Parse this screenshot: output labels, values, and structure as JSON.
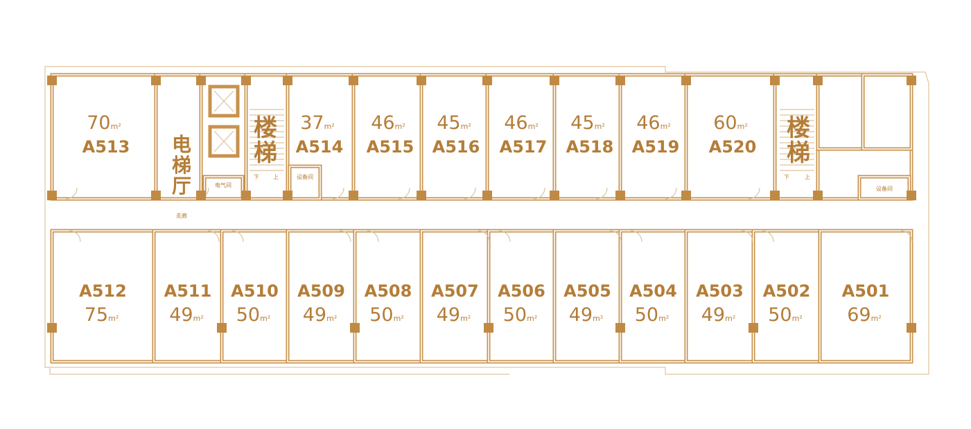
{
  "plan": {
    "unit": "m²",
    "top_rooms": [
      {
        "id": "A513",
        "area": "70"
      },
      {
        "id": "A514",
        "area": "37"
      },
      {
        "id": "A515",
        "area": "46"
      },
      {
        "id": "A516",
        "area": "45"
      },
      {
        "id": "A517",
        "area": "46"
      },
      {
        "id": "A518",
        "area": "45"
      },
      {
        "id": "A519",
        "area": "46"
      },
      {
        "id": "A520",
        "area": "60"
      }
    ],
    "bottom_rooms": [
      {
        "id": "A512",
        "area": "75"
      },
      {
        "id": "A511",
        "area": "49"
      },
      {
        "id": "A510",
        "area": "50"
      },
      {
        "id": "A509",
        "area": "49"
      },
      {
        "id": "A508",
        "area": "50"
      },
      {
        "id": "A507",
        "area": "49"
      },
      {
        "id": "A506",
        "area": "50"
      },
      {
        "id": "A505",
        "area": "49"
      },
      {
        "id": "A504",
        "area": "50"
      },
      {
        "id": "A503",
        "area": "49"
      },
      {
        "id": "A502",
        "area": "50"
      },
      {
        "id": "A501",
        "area": "69"
      }
    ],
    "elevator_lobby": [
      "电",
      "梯",
      "厅"
    ],
    "stairs": [
      "楼",
      "梯"
    ],
    "electrical_room": "电气间",
    "equipment_room": "设备间",
    "corridor": "走廊",
    "stair_marks": [
      "下",
      "上"
    ],
    "colors": {
      "wall": "#c8924c",
      "text": "#b47d38"
    }
  }
}
